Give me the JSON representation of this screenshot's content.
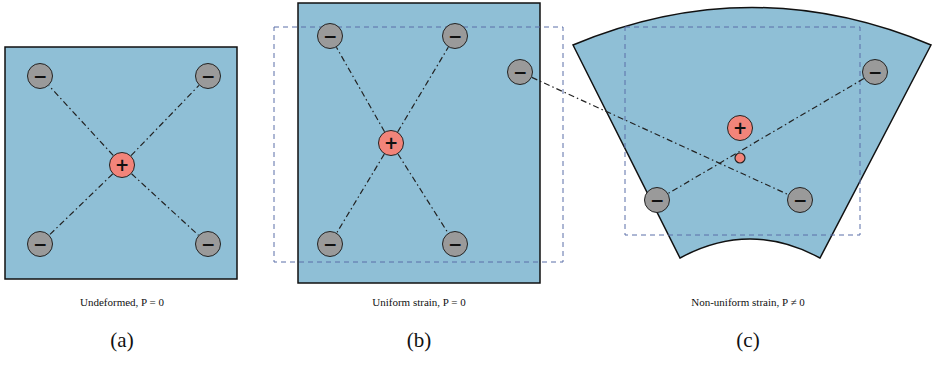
{
  "diagram": {
    "nodes": [
      {
        "text": [
          "−"
        ]
      },
      {
        "text": [
          "−"
        ]
      },
      {
        "text": [
          "+"
        ]
      },
      {
        "text": [
          "−"
        ]
      },
      {
        "text": [
          "−"
        ]
      },
      {
        "text": [
          "−"
        ]
      },
      {
        "text": [
          "−"
        ]
      },
      {
        "text": [
          "+"
        ]
      },
      {
        "text": [
          "−"
        ]
      },
      {
        "text": [
          "−"
        ]
      },
      {
        "text": [
          "−"
        ]
      },
      {
        "text": [
          "−"
        ]
      },
      {
        "text": [
          "+"
        ]
      },
      {
        "text": [
          "−"
        ]
      },
      {
        "text": [
          "−"
        ]
      }
    ],
    "edges": [
      {
        "from": 2,
        "to": 0,
        "arrow": "none"
      },
      {
        "from": 2,
        "to": 1,
        "arrow": "none"
      },
      {
        "from": 2,
        "to": 3,
        "arrow": "none"
      },
      {
        "from": 2,
        "to": 4,
        "arrow": "none"
      },
      {
        "from": 7,
        "to": 5,
        "arrow": "none"
      },
      {
        "from": 7,
        "to": 6,
        "arrow": "none"
      },
      {
        "from": 7,
        "to": 8,
        "arrow": "none"
      },
      {
        "from": 7,
        "to": 9,
        "arrow": "none"
      },
      {
        "from": 10,
        "to": 14,
        "arrow": "none"
      },
      {
        "from": 11,
        "to": 13,
        "arrow": "none"
      }
    ],
    "labels": [
      "Undeformed, P = 0",
      "Uniform strain, P = 0",
      "Non-uniform strain, P ≠ 0",
      "(a)",
      "(b)",
      "(c)"
    ]
  }
}
